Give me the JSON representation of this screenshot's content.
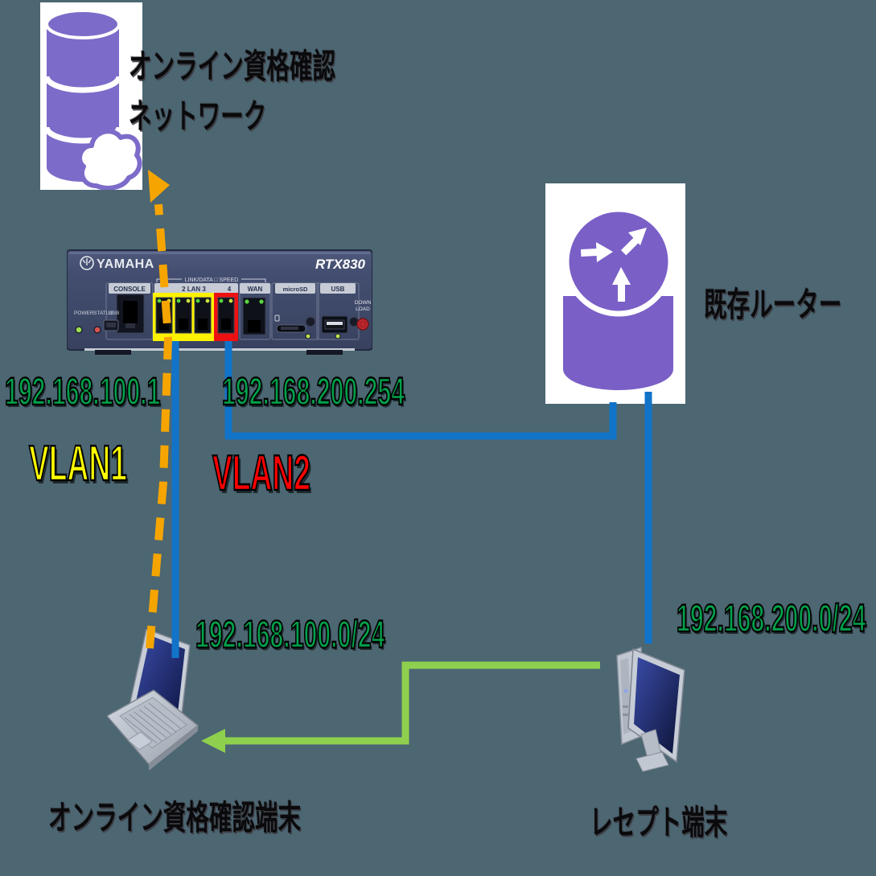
{
  "colors": {
    "background": "#4C6672",
    "vlan1_highlight": "#FFF200",
    "vlan2_highlight": "#EE1111",
    "cable_blue": "#1274C9",
    "flow_green": "#8ED04E",
    "uplink_orange": "#F6A500",
    "ip_green": "#00A14B",
    "icon_purple": "#7D6BC9"
  },
  "online_network": {
    "title_line1": "オンライン資格確認",
    "title_line2": "ネットワーク"
  },
  "existing_router": {
    "label": "既存ルーター"
  },
  "rtx830": {
    "brand": "YAMAHA",
    "model": "RTX830",
    "link_banner": "LINK/DATA □ SPEED",
    "console_label": "CONSOLE",
    "lan_label": "2   LAN   3",
    "port4_label": "4",
    "wan_label": "WAN",
    "microsd_label": "microSD",
    "usb_label": "USB",
    "power_label": "POWER",
    "status_label": "STATUS",
    "usb_left_label": "USB",
    "download_line1": "DOWN",
    "download_line2": "LOAD"
  },
  "annotations": {
    "lan1_ip": "192.168.100.1",
    "lan2_ip": "192.168.200.254",
    "vlan1": "VLAN1",
    "vlan2": "VLAN2",
    "lan1_subnet": "192.168.100.0/24",
    "lan2_subnet": "192.168.200.0/24"
  },
  "terminals": {
    "confirmation_terminal": "オンライン資格確認端末",
    "recept_terminal": "レセプト端末"
  }
}
